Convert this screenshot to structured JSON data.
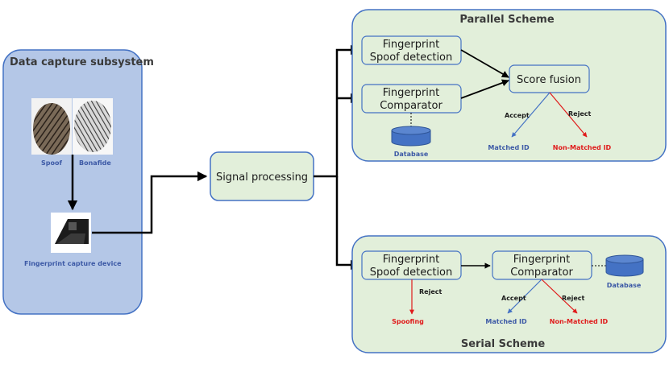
{
  "data_capture": {
    "title": "Data capture subsystem",
    "spoof_label": "Spoof",
    "bonafide_label": "Bonafide",
    "device_label": "Fingerprint capture device"
  },
  "signal_processing": {
    "label": "Signal processing"
  },
  "parallel": {
    "title": "Parallel Scheme",
    "spoof_detection": [
      "Fingerprint",
      "Spoof detection"
    ],
    "comparator": [
      "Fingerprint",
      "Comparator"
    ],
    "database": "Database",
    "score_fusion": "Score fusion",
    "accept": "Accept",
    "reject": "Reject",
    "matched": "Matched ID",
    "non_matched": "Non-Matched ID"
  },
  "serial": {
    "title": "Serial Scheme",
    "spoof_detection": [
      "Fingerprint",
      "Spoof detection"
    ],
    "comparator": [
      "Fingerprint",
      "Comparator"
    ],
    "database": "Database",
    "reject_spoof": "Reject",
    "spoofing": "Spoofing",
    "accept": "Accept",
    "reject": "Reject",
    "matched": "Matched ID",
    "non_matched": "Non-Matched ID"
  },
  "colors": {
    "capture_panel": "#b4c7e7",
    "scheme_panel": "#e2efda",
    "box_fill": "#e2efda",
    "panel_stroke": "#4472c4",
    "blue_text": "#3d5aa6",
    "red_text": "#e01b1b"
  }
}
